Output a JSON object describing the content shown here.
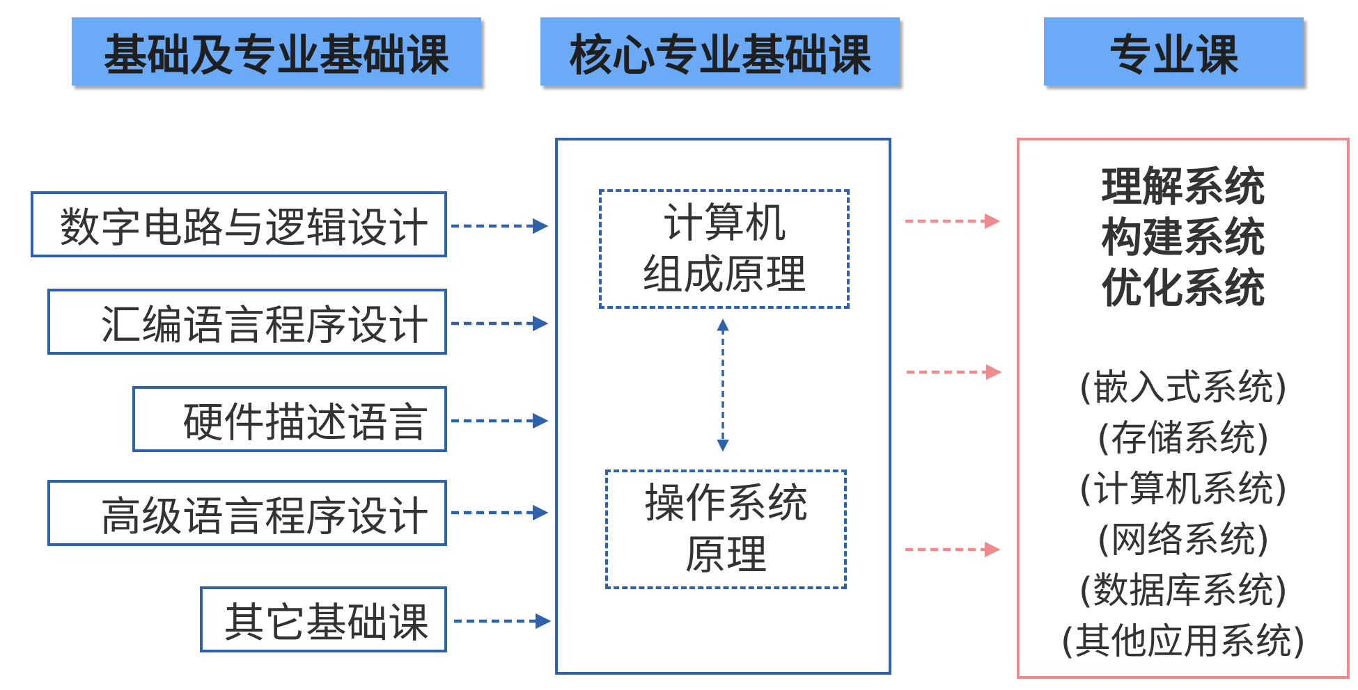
{
  "headers": {
    "foundation": "基础及专业基础课",
    "core": "核心专业基础课",
    "specialty": "专业课"
  },
  "foundation_courses": [
    "数字电路与逻辑设计",
    "汇编语言程序设计",
    "硬件描述语言",
    "高级语言程序设计",
    "其它基础课"
  ],
  "core_courses": {
    "computer_organization": [
      "计算机",
      "组成原理"
    ],
    "operating_system": [
      "操作系统",
      "原理"
    ]
  },
  "specialty": {
    "goals": [
      "理解系统",
      "构建系统",
      "优化系统"
    ],
    "applications": [
      "(嵌入式系统)",
      "(存储系统)",
      "(计算机系统)",
      "(网络系统)",
      "(数据库系统)",
      "(其他应用系统)"
    ]
  },
  "colors": {
    "header_fill": "#6aaaf7",
    "blue_border": "#2e62ad",
    "red_border": "#ec8c8f",
    "blue_arrow": "#2e62ad",
    "red_arrow": "#ec8c8f"
  }
}
